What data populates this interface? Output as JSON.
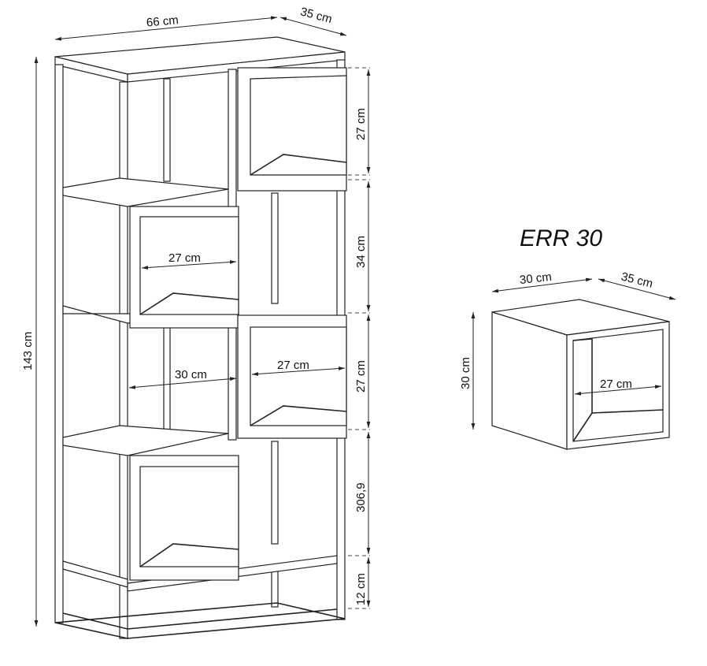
{
  "shelf": {
    "dims": {
      "width": "66 cm",
      "depth": "35 cm",
      "height": "143 cm",
      "section1": "27 cm",
      "section2": "34 cm",
      "section3": "27 cm",
      "section4": "306,9",
      "section5": "12 cm",
      "cube_inner_upper": "27 cm",
      "column_width": "30 cm",
      "cube_inner_right": "27 cm"
    }
  },
  "cube": {
    "title": "ERR  30",
    "dims": {
      "width": "30 cm",
      "depth": "35 cm",
      "height": "30 cm",
      "inner": "27 cm"
    }
  }
}
